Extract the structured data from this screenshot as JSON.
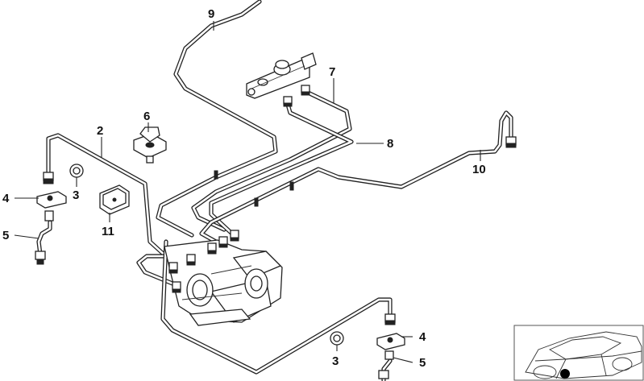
{
  "diagram": {
    "labels": [
      {
        "id": "label-9",
        "text": "9"
      },
      {
        "id": "label-7",
        "text": "7"
      },
      {
        "id": "label-6",
        "text": "6"
      },
      {
        "id": "label-2",
        "text": "2"
      },
      {
        "id": "label-8",
        "text": "8"
      },
      {
        "id": "label-10",
        "text": "10"
      },
      {
        "id": "label-4-left",
        "text": "4"
      },
      {
        "id": "label-3-left",
        "text": "3"
      },
      {
        "id": "label-11",
        "text": "11"
      },
      {
        "id": "label-5-left",
        "text": "5"
      },
      {
        "id": "label-4-right",
        "text": "4"
      },
      {
        "id": "label-3-right",
        "text": "3"
      },
      {
        "id": "label-5-right",
        "text": "5"
      }
    ]
  }
}
